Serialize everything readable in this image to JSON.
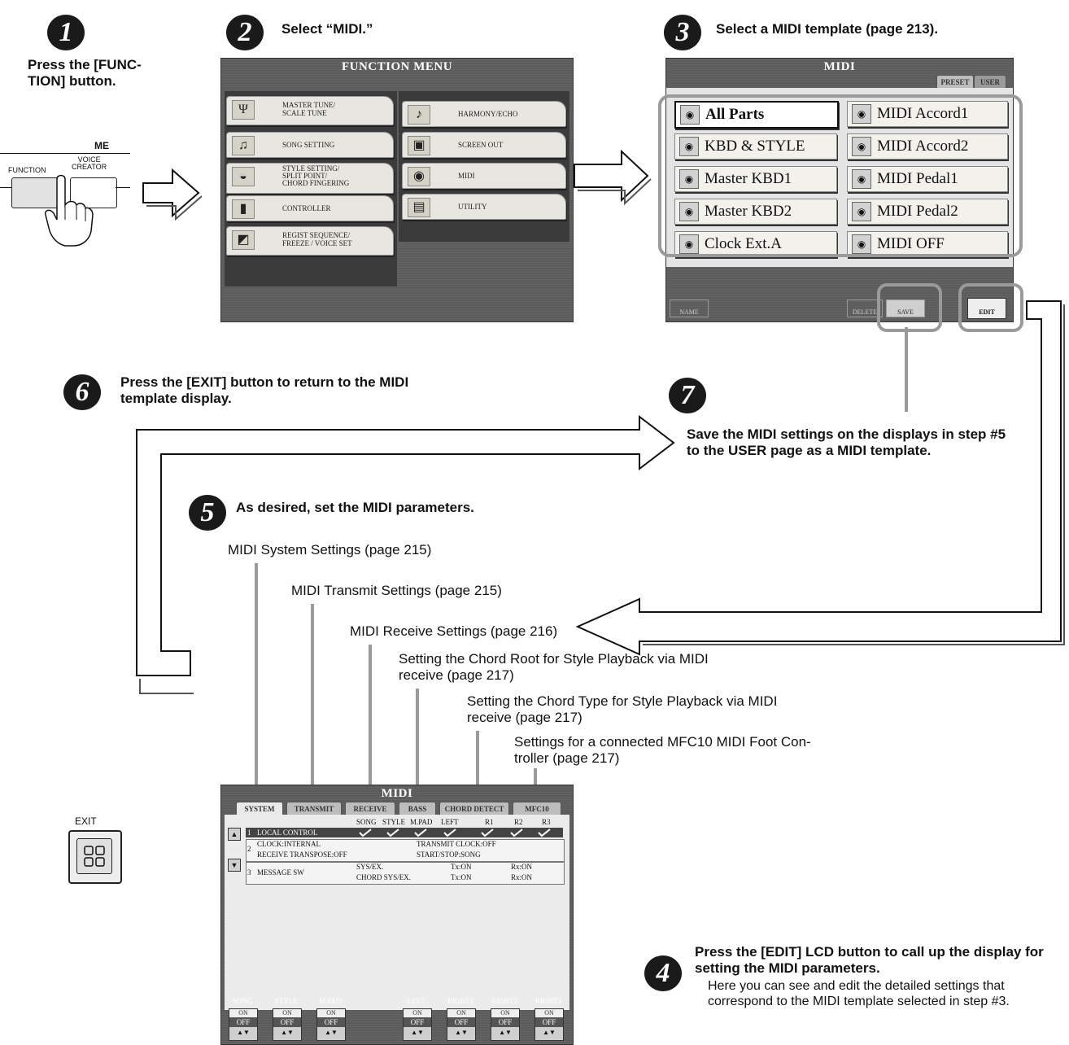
{
  "steps": {
    "s1": {
      "num": "1",
      "text": "Press the [FUNC-\nTION] button."
    },
    "s2": {
      "num": "2",
      "text": "Select “MIDI.”"
    },
    "s3": {
      "num": "3",
      "text": "Select a MIDI template (page 213)."
    },
    "s4": {
      "num": "4",
      "title": "Press the [EDIT] LCD button to call up the display for setting the MIDI parameters.",
      "body": "Here you can see and edit the detailed settings that correspond to the MIDI template selected in step #3."
    },
    "s5": {
      "num": "5",
      "text": "As desired, set the MIDI parameters."
    },
    "s6": {
      "num": "6",
      "text": "Press the [EXIT] button to return to the MIDI template display."
    },
    "s7": {
      "num": "7",
      "text": "Save the MIDI settings on the displays in step #5 to the USER page as a MIDI template."
    }
  },
  "panel": {
    "me_label": "ME",
    "function_label": "FUNCTION",
    "voice_creator_label": "VOICE\nCREATOR",
    "exit_label": "EXIT"
  },
  "function_menu": {
    "title": "FUNCTION MENU",
    "left_items": [
      "MASTER TUNE/\nSCALE TUNE",
      "SONG SETTING",
      "STYLE SETTING/\nSPLIT POINT/\nCHORD FINGERING",
      "CONTROLLER",
      "REGIST SEQUENCE/\nFREEZE / VOICE SET"
    ],
    "right_items": [
      "HARMONY/ECHO",
      "SCREEN OUT",
      "MIDI",
      "UTILITY"
    ]
  },
  "midi_template": {
    "title": "MIDI",
    "tabs": [
      "PRESET",
      "USER"
    ],
    "left": [
      "All Parts",
      "KBD & STYLE",
      "Master KBD1",
      "Master KBD2",
      "Clock Ext.A"
    ],
    "right": [
      "MIDI Accord1",
      "MIDI Accord2",
      "MIDI Pedal1",
      "MIDI Pedal2",
      "MIDI OFF"
    ],
    "buttons": {
      "name": "NAME",
      "delete": "DELETE",
      "save": "SAVE",
      "edit": "EDIT"
    }
  },
  "settings_labels": {
    "system": "MIDI System Settings (page 215)",
    "transmit": "MIDI Transmit Settings (page 215)",
    "receive": "MIDI Receive Settings (page 216)",
    "root": "Setting the Chord Root for Style Playback via MIDI\nreceive (page 217)",
    "type": "Setting the Chord Type for Style Playback via MIDI\nreceive (page 217)",
    "mfc": "Settings for a connected MFC10 MIDI Foot Con-\ntroller (page 217)"
  },
  "midi_edit": {
    "title": "MIDI",
    "tabs": [
      "SYSTEM",
      "TRANSMIT",
      "RECEIVE",
      "BASS",
      "CHORD DETECT",
      "MFC10"
    ],
    "col_heads": [
      "SONG",
      "STYLE",
      "M.PAD",
      "LEFT",
      "R1",
      "R2",
      "R3"
    ],
    "rows": {
      "r1_num": "1",
      "r1": "LOCAL CONTROL",
      "r2_num": "2",
      "clock": "CLOCK:INTERNAL",
      "tx_clock": "TRANSMIT CLOCK:OFF",
      "rx_transpose": "RECEIVE TRANSPOSE:OFF",
      "startstop": "START/STOP:SONG",
      "r3_num": "3",
      "r3": "MESSAGE SW",
      "sysex": "SYS/EX.",
      "chord_sysex": "CHORD SYS/EX.",
      "tx_on": "Tx:ON",
      "rx_on": "Rx:ON"
    },
    "channels": [
      "SONG",
      "STYLE",
      "M.PAD",
      "LEFT",
      "RIGHT1",
      "RIGHT2",
      "RIGHT3"
    ],
    "on": "ON",
    "off": "OFF"
  }
}
